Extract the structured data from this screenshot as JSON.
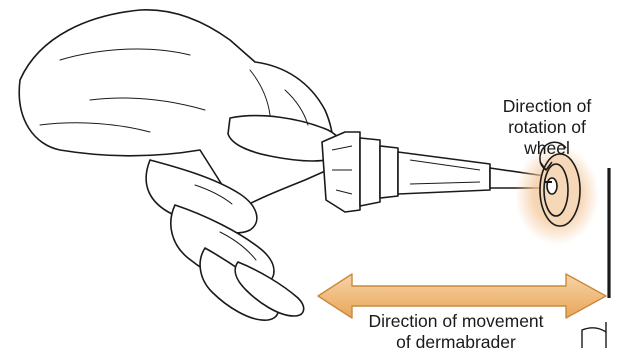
{
  "labels": {
    "rotation": [
      "Direction of",
      "rotation of",
      "wheel"
    ],
    "movement": [
      "Direction of movement",
      "of dermabrader"
    ]
  },
  "colors": {
    "ink": "#1a1a1a",
    "arrow_fill": "#f2c48a",
    "arrow_stroke": "#c98a3c",
    "wheel_glow": "#f3c79a"
  },
  "icons": {
    "hand": "hand-holding-dermabrader",
    "rotation_arrow": "curved-rotation-arrow",
    "movement_arrow": "double-headed-arrow"
  }
}
